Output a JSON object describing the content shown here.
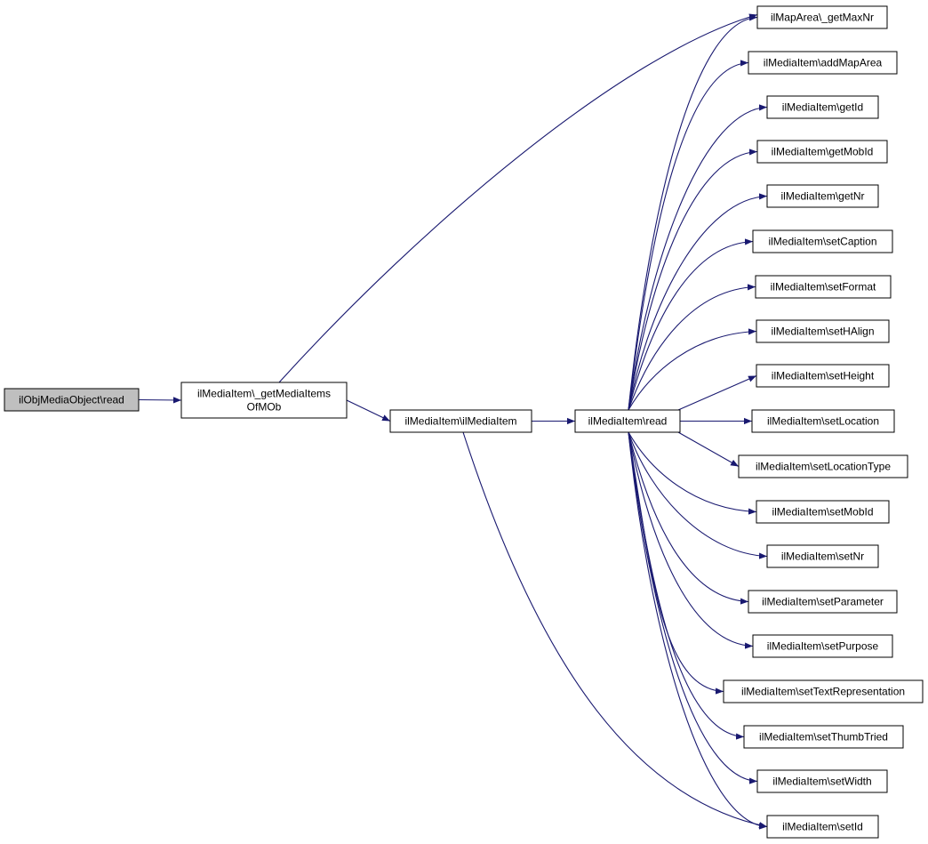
{
  "graph": {
    "edge_color": "#191970",
    "root_fill": "#bfbfbf",
    "nodes": {
      "root": [
        "ilObjMediaObject\\read"
      ],
      "getMediaItems": [
        "ilMediaItem\\_getMediaItems",
        "OfMOb"
      ],
      "ctor": [
        "ilMediaItem\\ilMediaItem"
      ],
      "read": [
        "ilMediaItem\\read"
      ],
      "getMaxNr": [
        "ilMapArea\\_getMaxNr"
      ],
      "addMapArea": [
        "ilMediaItem\\addMapArea"
      ],
      "getId": [
        "ilMediaItem\\getId"
      ],
      "getMobId": [
        "ilMediaItem\\getMobId"
      ],
      "getNr": [
        "ilMediaItem\\getNr"
      ],
      "setCaption": [
        "ilMediaItem\\setCaption"
      ],
      "setFormat": [
        "ilMediaItem\\setFormat"
      ],
      "setHAlign": [
        "ilMediaItem\\setHAlign"
      ],
      "setHeight": [
        "ilMediaItem\\setHeight"
      ],
      "setLocation": [
        "ilMediaItem\\setLocation"
      ],
      "setLocationType": [
        "ilMediaItem\\setLocationType"
      ],
      "setMobId": [
        "ilMediaItem\\setMobId"
      ],
      "setNr": [
        "ilMediaItem\\setNr"
      ],
      "setParameter": [
        "ilMediaItem\\setParameter"
      ],
      "setPurpose": [
        "ilMediaItem\\setPurpose"
      ],
      "setTextRepresentation": [
        "ilMediaItem\\setTextRepresentation"
      ],
      "setThumbTried": [
        "ilMediaItem\\setThumbTried"
      ],
      "setWidth": [
        "ilMediaItem\\setWidth"
      ],
      "setId": [
        "ilMediaItem\\setId"
      ]
    },
    "edges": [
      [
        "root",
        "getMediaItems"
      ],
      [
        "getMediaItems",
        "getMaxNr"
      ],
      [
        "getMediaItems",
        "ctor"
      ],
      [
        "ctor",
        "read"
      ],
      [
        "ctor",
        "setId"
      ],
      [
        "read",
        "getMaxNr"
      ],
      [
        "read",
        "addMapArea"
      ],
      [
        "read",
        "getId"
      ],
      [
        "read",
        "getMobId"
      ],
      [
        "read",
        "getNr"
      ],
      [
        "read",
        "setCaption"
      ],
      [
        "read",
        "setFormat"
      ],
      [
        "read",
        "setHAlign"
      ],
      [
        "read",
        "setHeight"
      ],
      [
        "read",
        "setLocation"
      ],
      [
        "read",
        "setLocationType"
      ],
      [
        "read",
        "setMobId"
      ],
      [
        "read",
        "setNr"
      ],
      [
        "read",
        "setParameter"
      ],
      [
        "read",
        "setPurpose"
      ],
      [
        "read",
        "setTextRepresentation"
      ],
      [
        "read",
        "setThumbTried"
      ],
      [
        "read",
        "setWidth"
      ],
      [
        "read",
        "setId"
      ]
    ]
  }
}
